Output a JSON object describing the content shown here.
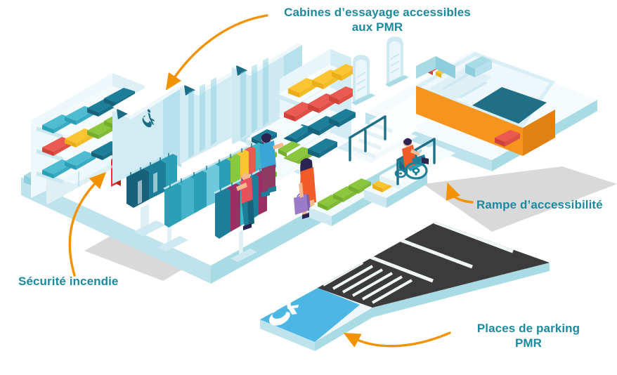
{
  "illustration": {
    "title_semantic": "Isometric accessible retail store floor plan",
    "style": "isometric flat vector infographic",
    "language": "fr"
  },
  "labels": [
    {
      "id": "cabines",
      "text": "Cabines d’essayage accessibles\naux PMR",
      "color": "#1b8a9e",
      "points_to": "fitting-rooms"
    },
    {
      "id": "rampe",
      "text": "Rampe d’accessibilité",
      "color": "#1b8a9e",
      "points_to": "access-ramp"
    },
    {
      "id": "securite",
      "text": "Sécurité incendie",
      "color": "#1b8a9e",
      "points_to": "fire-extinguisher"
    },
    {
      "id": "parking",
      "text": "Places de parking\nPMR",
      "color": "#1b8a9e",
      "points_to": "accessible-parking-bay"
    }
  ],
  "colors": {
    "label_teal": "#1b8a9e",
    "arrow_orange": "#f39200",
    "floor_white": "#ffffff",
    "floor_edge": "#a8dbe4",
    "floor_edge_dark": "#8ecddb",
    "shadow_gray": "#d9d9d9",
    "parking_bay_blue": "#4cb6e5",
    "asphalt": "#3b3b3b",
    "counter_orange": "#f7941e",
    "counter_belt": "#1f6f86",
    "cabin_light": "#cfe9f2",
    "cabin_mid": "#a9dce9",
    "cabin_dark": "#1b6f86",
    "extinguisher_red": "#e8332a",
    "garment_teal": "#2a9fb5",
    "garment_red": "#ea5a52",
    "garment_yellow": "#fbc531",
    "garment_green": "#8cc63f",
    "garment_darkteal": "#17627a",
    "skin": "#f6b98f",
    "hair_dark": "#2b2352",
    "shirt_orange": "#f15a29"
  },
  "scene_objects": [
    {
      "name": "shelving-wall-left",
      "items": "folded garments: teal, red, yellow, green"
    },
    {
      "name": "fire-extinguisher",
      "color": "#e8332a"
    },
    {
      "name": "fitting-rooms",
      "count": 4,
      "accessible_cabin_icon": "wheelchair-symbol"
    },
    {
      "name": "clothing-rack-jackets",
      "color": "#17627a"
    },
    {
      "name": "clothing-rack-long",
      "items": "shirts teal, blue, green, yellow, red"
    },
    {
      "name": "clothing-rack-trousers",
      "items": "jeans teal, magenta, blue"
    },
    {
      "name": "central-shelving",
      "rows": [
        "yellow",
        "red",
        "teal",
        "green"
      ]
    },
    {
      "name": "shopper-man",
      "shirt": "#3aa6d8",
      "trousers": "#8e3a62"
    },
    {
      "name": "shopper-woman",
      "dress": "#f15a29",
      "bag": "#9b7bc8"
    },
    {
      "name": "shopper-rack",
      "shirt": "#e8505b"
    },
    {
      "name": "display-table-green",
      "items": "folded green garments"
    },
    {
      "name": "display-table-yellow",
      "items": "folded yellow garments"
    },
    {
      "name": "access-ramp",
      "handrails": 2,
      "handrail_color": "#1f6f86"
    },
    {
      "name": "staircase",
      "steps": 4
    },
    {
      "name": "wheelchair-user",
      "shirt": "#f15a29",
      "chair": "#1f7f96"
    },
    {
      "name": "mirror-panels",
      "count": 3
    },
    {
      "name": "checkout-counter",
      "body": "#f7941e",
      "belt": "#1f6f86",
      "item": "red folded clothes"
    },
    {
      "name": "accessible-parking-bay",
      "color": "#4cb6e5",
      "symbol": "wheelchair-symbol"
    },
    {
      "name": "parking-hatching",
      "stripes": 6
    },
    {
      "name": "parking-spaces",
      "count": 3
    }
  ]
}
